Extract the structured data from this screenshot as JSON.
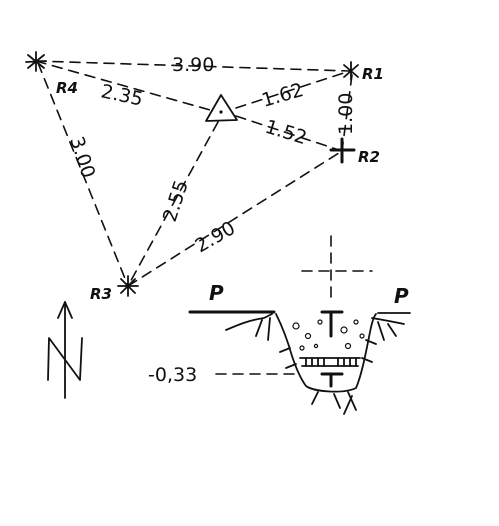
{
  "diagram": {
    "points": {
      "r1": "R1",
      "r2": "R2",
      "r3": "R3",
      "r4": "R4"
    },
    "distances": {
      "r4_r1": "3.90",
      "r4_station": "2.35",
      "station_r1": "1.62",
      "r1_r2": "1.00",
      "station_r2": "1.52",
      "r4_r3": "3.00",
      "station_r3": "2.55",
      "r3_r2": "2.90"
    },
    "section": {
      "left_label": "P",
      "right_label": "P",
      "depth_label": "-0,33"
    },
    "north_icon": "north-arrow-icon"
  }
}
